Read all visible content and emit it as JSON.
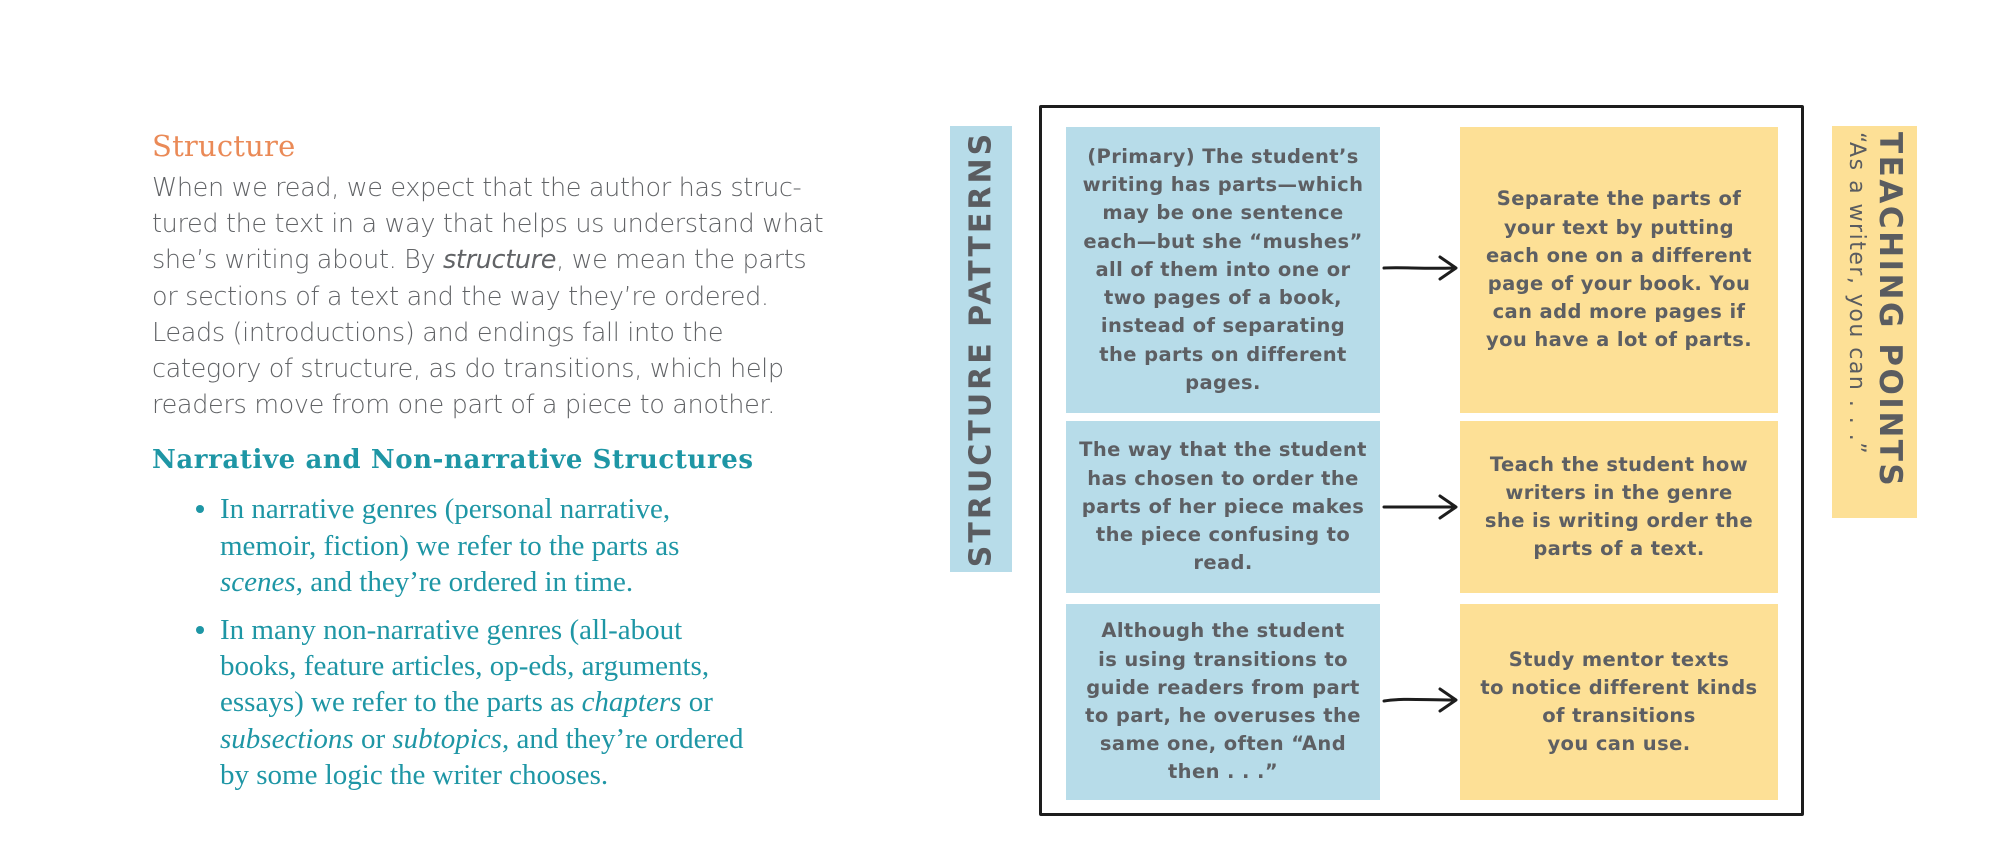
{
  "left": {
    "section_title": "Structure",
    "intro_paragraph": {
      "lines": [
        "When we read, we expect that the author has struc-",
        "tured the text in a way that helps us understand what",
        "she’s writing about. By ",
        "structure",
        ", we mean the parts",
        "or sections of a text and the way they’re ordered.",
        "Leads (introductions) and endings fall into the",
        "category of structure, as do transitions, which help",
        "readers move from one part of a piece to another."
      ]
    },
    "subheading": "Narrative and Non-narrative Structures",
    "bullets": [
      {
        "line1": "In narrative genres (personal narrative,",
        "line2": "memoir, fiction) we refer to the parts as",
        "line3_italic": "scenes",
        "line3_rest": ", and they’re ordered in time."
      },
      {
        "line1": "In many non-narrative genres (all-about",
        "line2": "books, feature articles, op-eds, arguments,",
        "line3_start": "essays) we refer to the parts as ",
        "line3_italic": "chapters",
        "line3_end": " or",
        "line4_italic_a": "subsections",
        "line4_mid": " or ",
        "line4_italic_b": "subtopics",
        "line4_end": ", and they’re ordered",
        "line5": "by some logic the writer chooses."
      }
    ]
  },
  "diagram": {
    "left_label": "STRUCTURE PATTERNS",
    "right_label": {
      "title": "TEACHING POINTS",
      "subtitle": "“As a writer, you can . . .”"
    },
    "rows": [
      {
        "pattern_lines": [
          "(Primary) The student’s",
          "writing has parts—which",
          "may be one sentence",
          "each—but she “mushes”",
          "all of them into one or",
          "two pages of a book,",
          "instead of separating",
          "the parts on different",
          "pages."
        ],
        "teaching_lines": [
          "Separate the parts of",
          "your text by putting",
          "each one on a different",
          "page of your book. You",
          "can add more pages if",
          "you have a lot of parts."
        ]
      },
      {
        "pattern_lines": [
          "The way that the student",
          "has chosen to order the",
          "parts of her piece makes",
          "the piece confusing to",
          "read."
        ],
        "teaching_lines": [
          "Teach the student how",
          "writers in the genre",
          "she is writing order the",
          "parts of a text."
        ]
      },
      {
        "pattern_lines": [
          "Although the student",
          "is using transitions to",
          "guide readers from part",
          "to part, he overuses the",
          "same one, often “And",
          "then . . .”"
        ],
        "teaching_lines": [
          "Study mentor texts",
          "to notice different kinds",
          "of transitions",
          "you can use."
        ]
      }
    ],
    "icons": {
      "arrow": "arrow-right-icon"
    },
    "colors": {
      "blue_box": "#b7dce9",
      "yellow_box": "#fde096",
      "text_gray": "#5d5f63",
      "title_orange": "#ea8a57",
      "teal": "#1e96a5",
      "frame": "#1d1d1d"
    }
  }
}
